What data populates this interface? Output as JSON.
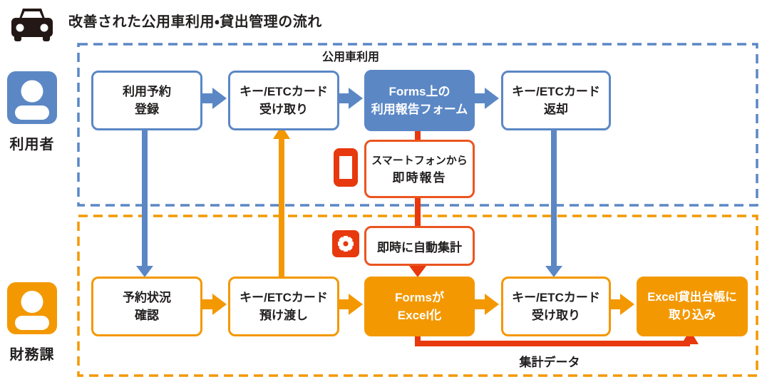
{
  "title": "改善された公用車利用・貸出管理の流れ",
  "lanes": {
    "user": {
      "actor": "利用者",
      "region_label": "公用車利用"
    },
    "finance": {
      "actor": "財務課"
    }
  },
  "user_flow": {
    "reserve": {
      "line1": "利用予約",
      "line2": "登録"
    },
    "receive_key": {
      "line1": "キー/ETCカード",
      "line2": "受け取り"
    },
    "forms_report": {
      "line1": "Forms上の",
      "line2": "利用報告フォーム"
    },
    "return_key": {
      "line1": "キー/ETCカード",
      "line2": "返却"
    }
  },
  "finance_flow": {
    "check_status": {
      "line1": "予約状況",
      "line2": "確認"
    },
    "handover_key": {
      "line1": "キー/ETCカード",
      "line2": "預け渡し"
    },
    "forms_to_excel": {
      "line1": "Formsが",
      "line2": "Excel化"
    },
    "receive_key_back": {
      "line1": "キー/ETCカード",
      "line2": "受け取り"
    },
    "import_ledger": {
      "line1": "Excel貸出台帳に",
      "line2": "取り込み"
    }
  },
  "annotations": {
    "smartphone_report": {
      "line1": "スマートフォンから",
      "line2": "即時報告"
    },
    "auto_aggregate": "即時に自動集計",
    "aggregated_data": "集計データ"
  },
  "icons": {
    "car": "car-icon",
    "user_person": "person-icon",
    "finance_person": "person-icon",
    "smartphone": "smartphone-icon",
    "gear": "gear-icon"
  },
  "colors": {
    "user_blue": "#5b87c5",
    "finance_orange": "#f39800",
    "accent_red": "#e8380d",
    "annotation_border": "#ea5520",
    "text_black": "#221f1f"
  }
}
